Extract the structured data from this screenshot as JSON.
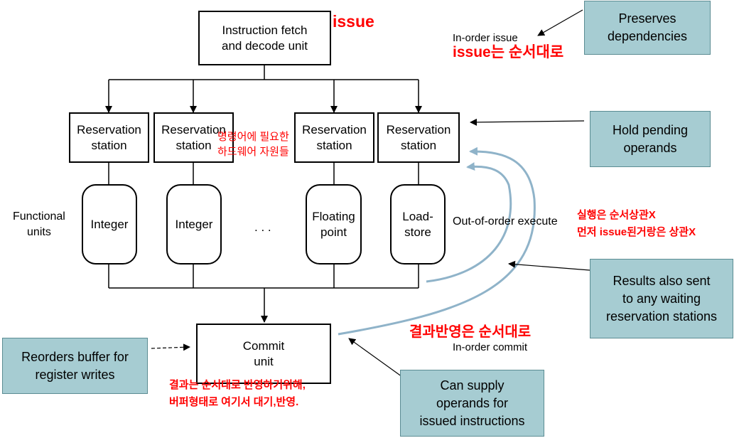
{
  "boxes": {
    "fetch": "Instruction fetch\nand decode unit",
    "rs1": "Reservation\nstation",
    "rs2": "Reservation\nstation",
    "rs3": "Reservation\nstation",
    "rs4": "Reservation\nstation",
    "commit": "Commit\nunit"
  },
  "functional_units": {
    "fu1": "Integer",
    "fu2": "Integer",
    "fu3": "Floating\npoint",
    "fu4": "Load-\nstore",
    "ellipsis": ". . ."
  },
  "labels": {
    "functional_units": "Functional\nunits",
    "in_order_issue": "In-order issue",
    "out_of_order_execute": "Out-of-order execute",
    "in_order_commit": "In-order commit"
  },
  "notes": {
    "preserves": "Preserves\ndependencies",
    "hold": "Hold pending\noperands",
    "results": "Results also sent\nto any waiting\nreservation stations",
    "reorders": "Reorders buffer for\nregister writes",
    "supply": "Can supply\noperands for\nissued instructions"
  },
  "annotations": {
    "issue": "issue",
    "issue_in_order": "issue는 순서대로",
    "resources": "명령어에 필요한\n하드웨어 자원들",
    "execute_note": "실행은 순서상관X\n먼저 issue된거랑은 상관X",
    "commit_in_order": "결과반영은 순서대로",
    "buffer_note": "결과는 순서대로 반영하기위해,\n버퍼형태로 여기서 대기,반영."
  },
  "colors": {
    "note_fill": "#a6ccd2",
    "annotation": "#ff0000",
    "feedback_arrow": "#8fb3c9"
  }
}
